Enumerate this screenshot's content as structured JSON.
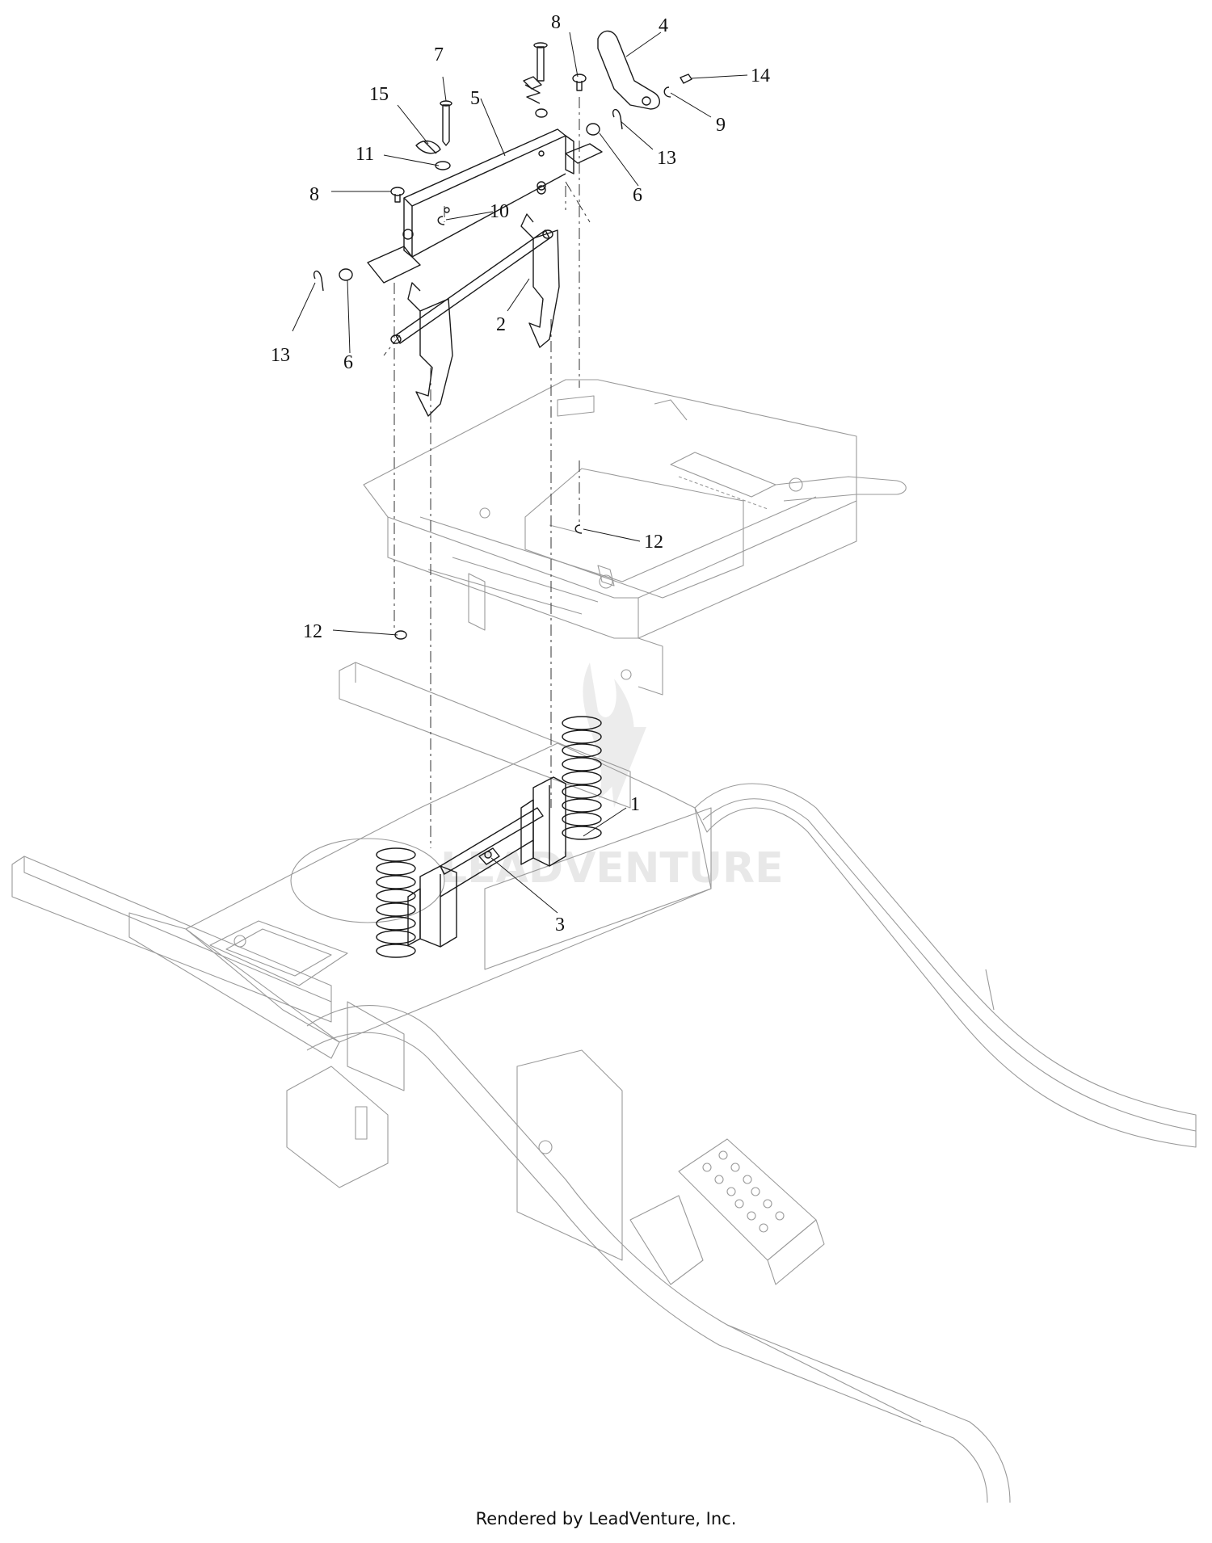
{
  "diagram": {
    "callouts": [
      {
        "id": "c1",
        "label": "1"
      },
      {
        "id": "c2",
        "label": "2"
      },
      {
        "id": "c3",
        "label": "3"
      },
      {
        "id": "c4",
        "label": "4"
      },
      {
        "id": "c5",
        "label": "5"
      },
      {
        "id": "c6a",
        "label": "6"
      },
      {
        "id": "c6b",
        "label": "6"
      },
      {
        "id": "c7",
        "label": "7"
      },
      {
        "id": "c8a",
        "label": "8"
      },
      {
        "id": "c8b",
        "label": "8"
      },
      {
        "id": "c9",
        "label": "9"
      },
      {
        "id": "c10",
        "label": "10"
      },
      {
        "id": "c11",
        "label": "11"
      },
      {
        "id": "c12a",
        "label": "12"
      },
      {
        "id": "c12b",
        "label": "12"
      },
      {
        "id": "c13a",
        "label": "13"
      },
      {
        "id": "c13b",
        "label": "13"
      },
      {
        "id": "c14",
        "label": "14"
      },
      {
        "id": "c15",
        "label": "15"
      }
    ],
    "watermark_text": "LEADVENTURE"
  },
  "footer": {
    "credit": "Rendered by LeadVenture, Inc."
  }
}
